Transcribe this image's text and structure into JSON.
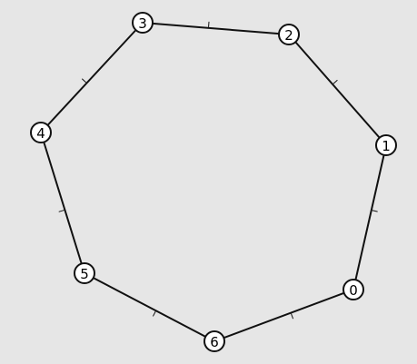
{
  "graph": {
    "nodes": [
      {
        "id": "0",
        "label": "0"
      },
      {
        "id": "1",
        "label": "1"
      },
      {
        "id": "2",
        "label": "2"
      },
      {
        "id": "3",
        "label": "3"
      },
      {
        "id": "4",
        "label": "4"
      },
      {
        "id": "5",
        "label": "5"
      },
      {
        "id": "6",
        "label": "6"
      }
    ],
    "edges": [
      {
        "from": "0",
        "to": "1"
      },
      {
        "from": "1",
        "to": "2"
      },
      {
        "from": "2",
        "to": "3"
      },
      {
        "from": "3",
        "to": "4"
      },
      {
        "from": "4",
        "to": "5"
      },
      {
        "from": "5",
        "to": "6"
      },
      {
        "from": "6",
        "to": "0"
      }
    ],
    "colors": {
      "background": "#e6e6e6",
      "edge": "#111111",
      "node_fill": "#ffffff",
      "node_stroke": "#111111",
      "label": "#000000"
    }
  }
}
